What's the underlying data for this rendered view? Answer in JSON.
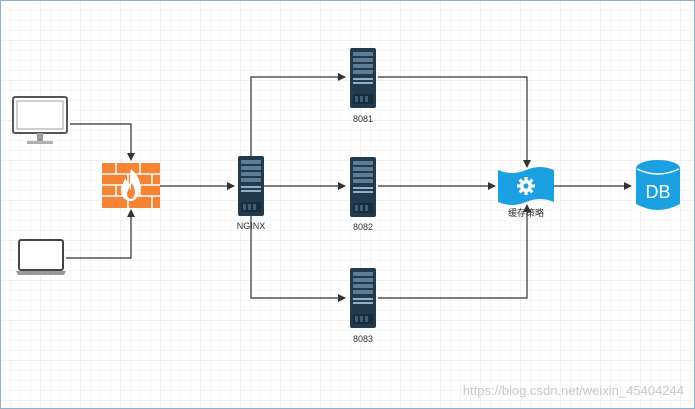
{
  "nodes": {
    "nginx_label": "NGINX",
    "server1_label": "8081",
    "server2_label": "8082",
    "server3_label": "8083",
    "cache_label": "缓存策略",
    "db_label": "DB"
  },
  "watermark": "https://blog.csdn.net/weixin_45404244",
  "colors": {
    "server_body": "#233a4c",
    "cache_blue": "#1ba1e2",
    "db_blue": "#1ba1e2",
    "firewall_orange": "#f58534",
    "edge": "#333333",
    "grid": "#e6e6e6",
    "frame": "#8fb0c8"
  }
}
